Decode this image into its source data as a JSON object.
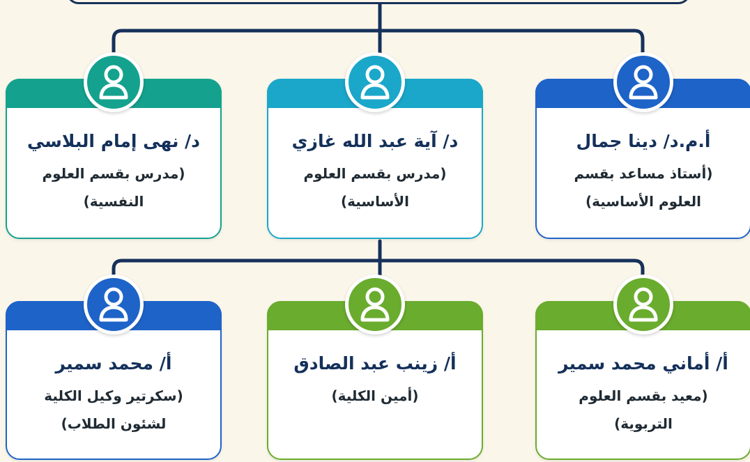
{
  "colors": {
    "background": "#fbf6ea",
    "connector": "#16315a",
    "name_text": "#14305a",
    "role_text": "#1f2a33",
    "blue": "#1e63c8",
    "teal": "#14a28e",
    "cyan": "#1aa7c9",
    "green": "#6aac2e"
  },
  "icons": {
    "person": "person-icon"
  },
  "members": [
    {
      "name": "أ.م.د/ دينا جمال",
      "role_line1": "(أستاذ مساعد بقسم",
      "role_line2": "العلوم الأساسية)",
      "color": "#1e63c8"
    },
    {
      "name": "د/ آية عبد الله غازي",
      "role_line1": "(مدرس بقسم العلوم",
      "role_line2": "الأساسية)",
      "color": "#1aa7c9"
    },
    {
      "name": "د/ نهى إمام البلاسي",
      "role_line1": "(مدرس بقسم العلوم",
      "role_line2": "النفسية)",
      "color": "#14a28e"
    },
    {
      "name": "أ/ أماني محمد سمير",
      "role_line1": "(معيد بقسم العلوم",
      "role_line2": "التربوية)",
      "color": "#6aac2e"
    },
    {
      "name": "أ/ زينب عبد الصادق",
      "role_line1": "(أمين الكلية)",
      "role_line2": "",
      "color": "#6aac2e"
    },
    {
      "name": "أ/ محمد سمير",
      "role_line1": "(سكرتير وكيل الكلية",
      "role_line2": "لشئون الطلاب)",
      "color": "#1e63c8"
    }
  ]
}
